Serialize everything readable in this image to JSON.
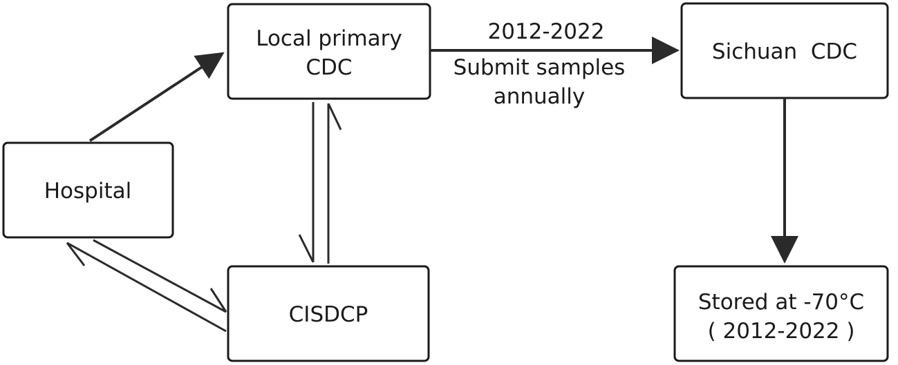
{
  "nodes": {
    "local_primary_cdc": {
      "line1": "Local primary",
      "line2": "CDC"
    },
    "sichuan_cdc": {
      "label": "Sichuan  CDC"
    },
    "hospital": {
      "label": "Hospital"
    },
    "cisdcp": {
      "label": "CISDCP"
    },
    "storage": {
      "line1": "Stored at -70°C",
      "line2": "( 2012-2022 )"
    }
  },
  "edges": {
    "local_to_sichuan": {
      "line1": "2012-2022",
      "line2": "Submit samples",
      "line3": "annually"
    }
  },
  "colors": {
    "stroke": "#1a1a1a",
    "arrow": "#2a2a2a",
    "background": "#ffffff"
  }
}
